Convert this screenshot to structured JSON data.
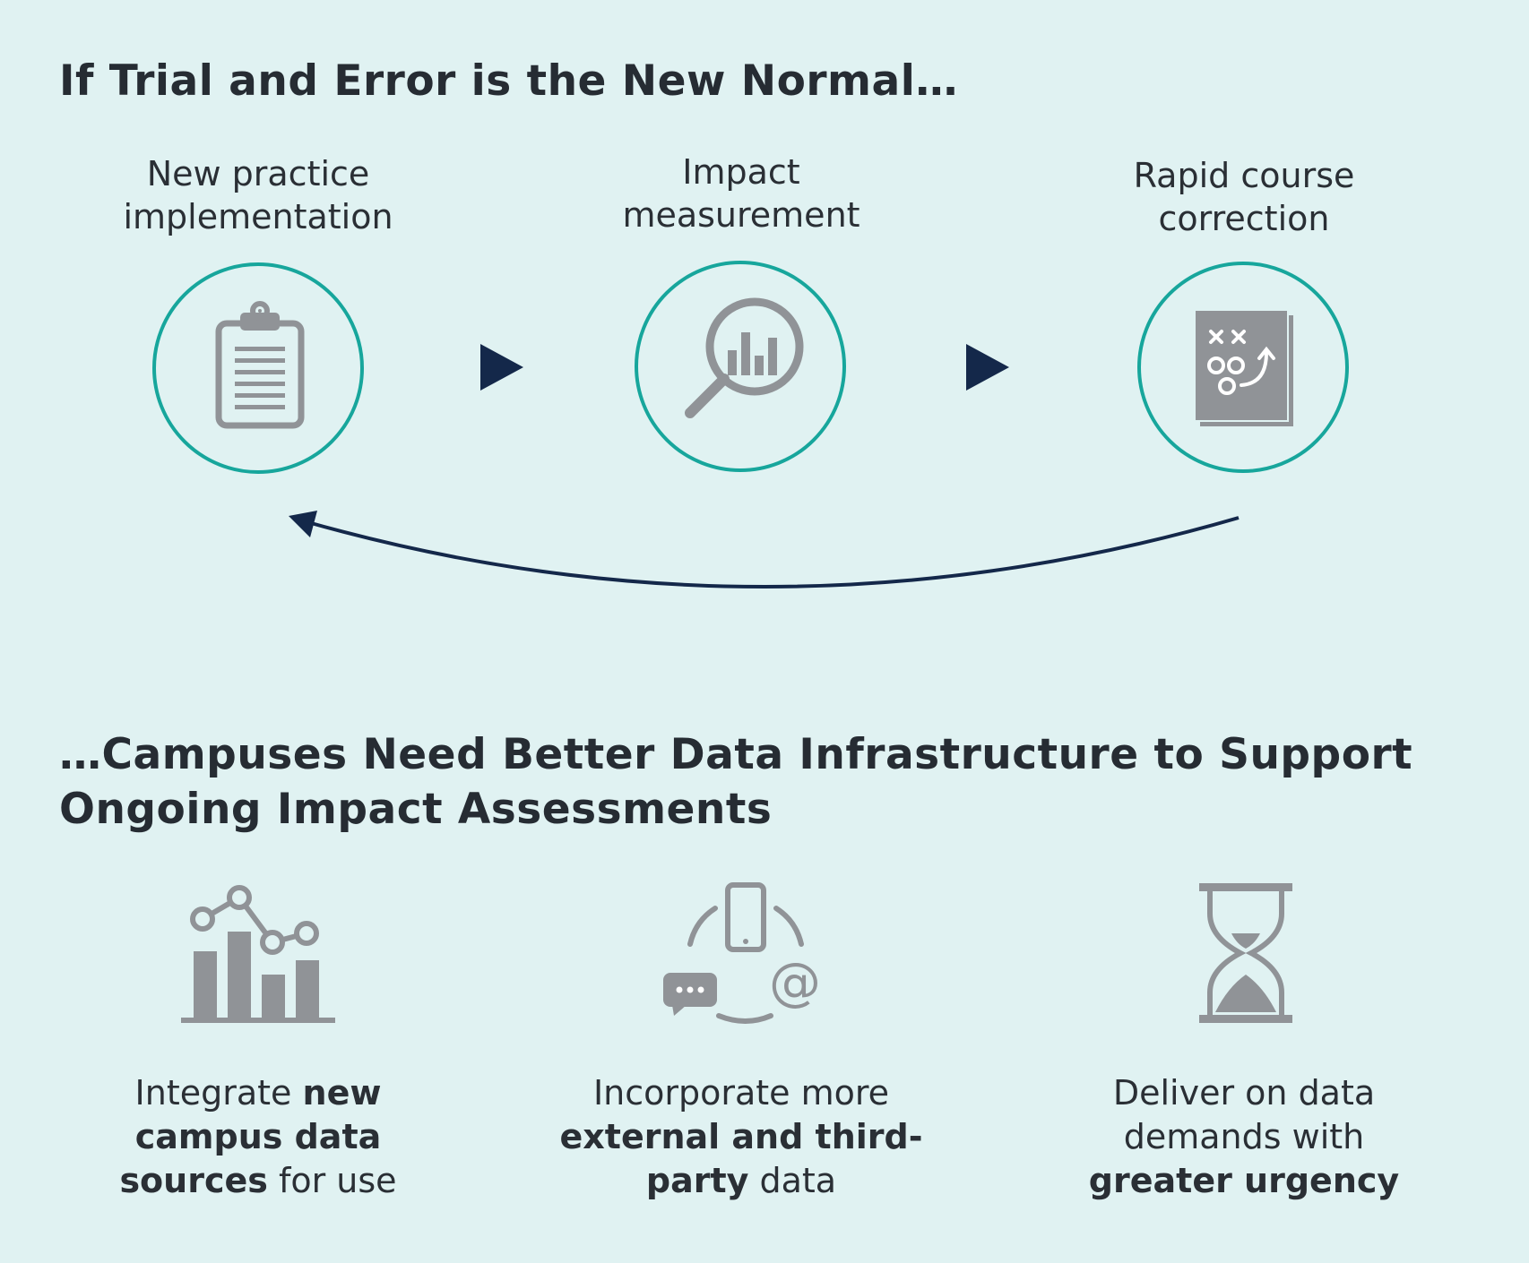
{
  "top_heading": "If Trial and Error is the New Normal…",
  "steps": [
    {
      "line1": "New practice",
      "line2": "implementation",
      "icon": "clipboard-icon"
    },
    {
      "line1": "Impact",
      "line2": "measurement",
      "icon": "magnifier-chart-icon"
    },
    {
      "line1": "Rapid course",
      "line2": "correction",
      "icon": "playbook-icon"
    }
  ],
  "bottom_heading": "…Campuses Need Better Data Infrastructure to Support Ongoing Impact Assessments",
  "needs": [
    {
      "icon": "bar-line-chart-icon",
      "pre": "Integrate ",
      "bold": "new campus  data sources",
      "post": " for use"
    },
    {
      "icon": "devices-cycle-icon",
      "pre": "Incorporate more ",
      "bold": "external and third-party",
      "post": " data"
    },
    {
      "icon": "hourglass-icon",
      "pre": "Deliver on data demands with ",
      "bold": "greater urgency",
      "post": ""
    }
  ],
  "colors": {
    "background": "#e0f2f2",
    "ring": "#17a69c",
    "arrow": "#14284a",
    "icon_gray": "#909397",
    "text": "#2a2f35"
  }
}
